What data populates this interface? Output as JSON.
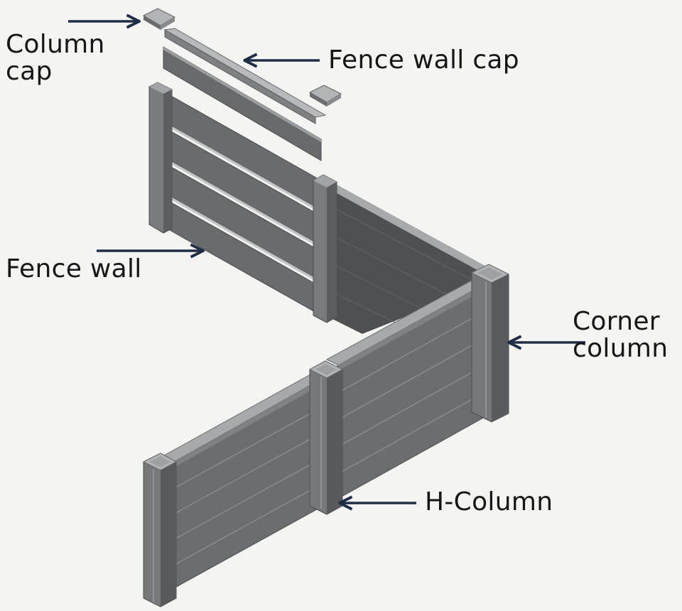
{
  "labels": {
    "column_cap": "Column\ncap",
    "fence_wall_cap": "Fence wall cap",
    "fence_wall": "Fence wall",
    "corner_column": "Corner\ncolumn",
    "h_column": "H-Column"
  },
  "colors": {
    "background": "#f4f4f2",
    "panel_dark": "#5b5c5e",
    "panel_mid": "#6e6f71",
    "panel_light": "#9a9b9d",
    "post": "#7c7d7f",
    "post_side": "#5a5b5d",
    "cap_top": "#b3b4b6",
    "arrow": "#1f2d45",
    "text": "#161616"
  }
}
